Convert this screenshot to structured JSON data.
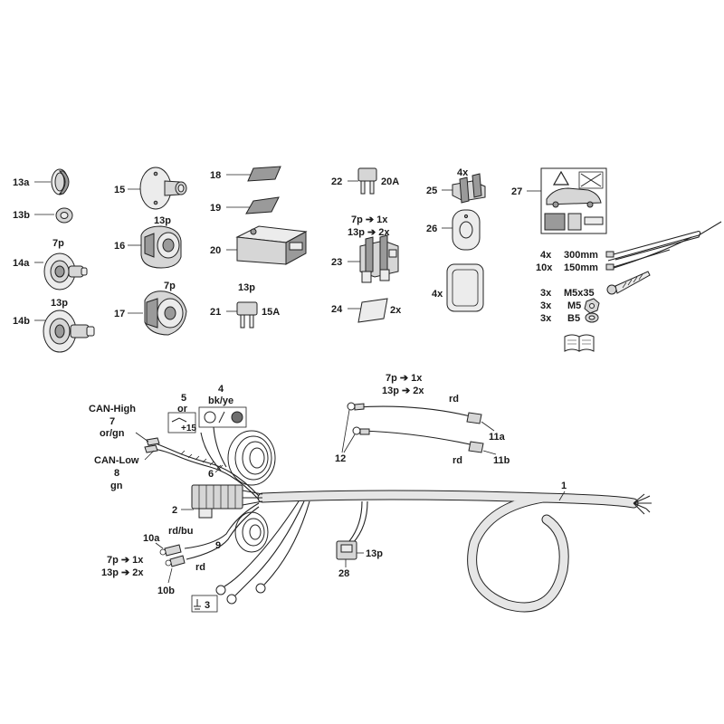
{
  "parts": {
    "p13a": "13a",
    "p13b": "13b",
    "p14a": "14a",
    "p14b": "14b",
    "p15": "15",
    "p16": "16",
    "p17": "17",
    "p18": "18",
    "p19": "19",
    "p20": "20",
    "p21": "21",
    "p22": "22",
    "p23": "23",
    "p24": "24",
    "p25": "25",
    "p26": "26",
    "p27": "27"
  },
  "callouts": {
    "pin7p_a": "7p",
    "pin13p_a": "13p",
    "pin13p_16": "13p",
    "pin7p_17": "7p",
    "pin13p_21": "13p",
    "fuse15a": "15A",
    "fuse20a": "20A",
    "ratio_7p_1x": "7p ➔ 1x",
    "ratio_13p_2x": "13p ➔ 2x",
    "qty_24": "2x",
    "qty_25": "4x",
    "qty_26": "4x"
  },
  "hardware": {
    "row1": {
      "qty": "4x",
      "spec": "300mm"
    },
    "row2": {
      "qty": "10x",
      "spec": "150mm"
    },
    "row3": {
      "qty": "3x",
      "spec": "M5x35"
    },
    "row4": {
      "qty": "3x",
      "spec": "M5"
    },
    "row5": {
      "qty": "3x",
      "spec": "B5"
    }
  },
  "harness": {
    "p1": "1",
    "p2": "2",
    "p3": "3",
    "p4": "4",
    "p4_color": "bk/ye",
    "p5": "5",
    "p5_color": "or",
    "p5_plus": "+15",
    "p6": "6",
    "p7_name": "CAN-High",
    "p7": "7",
    "p7_color": "or/gn",
    "p8_name": "CAN-Low",
    "p8": "8",
    "p8_color": "gn",
    "p9": "9",
    "p9_color": "rd/bu",
    "rd_9": "rd",
    "p10a": "10a",
    "p10b": "10b",
    "ratio_7p_1x": "7p ➔ 1x",
    "ratio_13p_2x": "13p ➔ 2x",
    "p11a": "11a",
    "p11b": "11b",
    "rd_11a": "rd",
    "rd_11b": "rd",
    "p12": "12",
    "ratio2_7p_1x": "7p ➔ 1x",
    "ratio2_13p_2x": "13p ➔ 2x",
    "p28": "28",
    "p28_pins": "13p"
  }
}
